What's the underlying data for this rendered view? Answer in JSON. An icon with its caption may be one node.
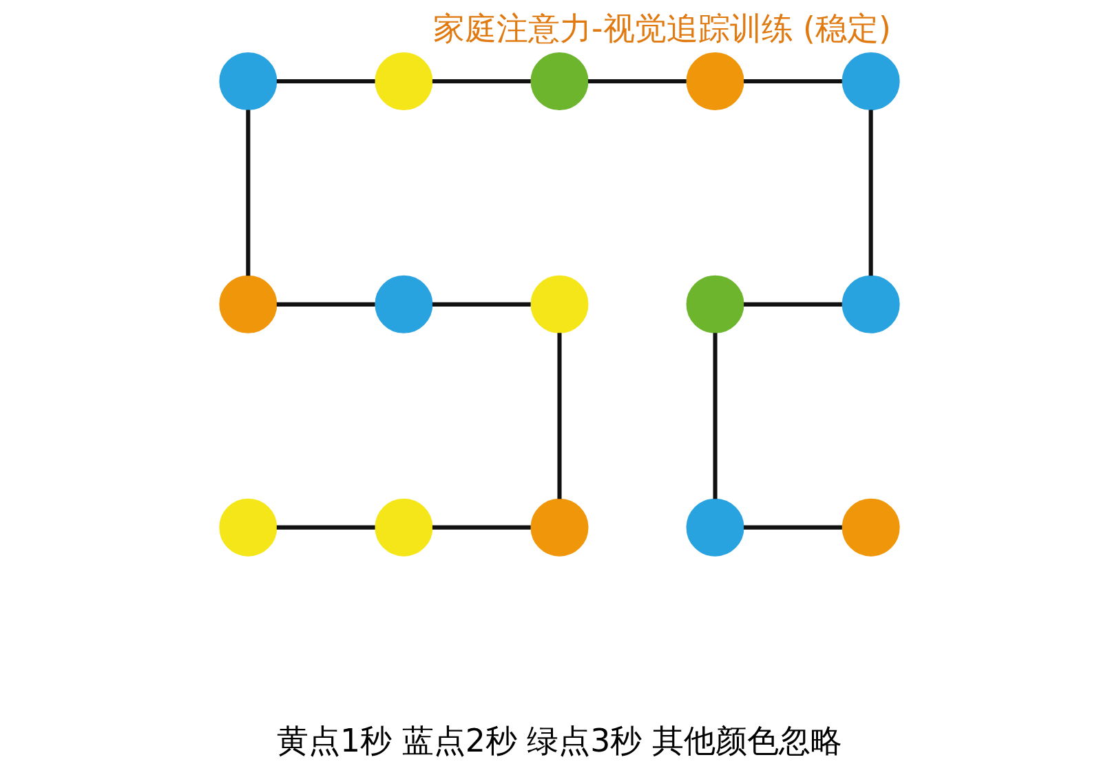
{
  "diagram": {
    "title": "家庭注意力-视觉追踪训练 (稳定)",
    "caption": "黄点1秒 蓝点2秒 绿点3秒 其他颜色忽略",
    "nodes": [
      {
        "text": [],
        "shape": "circle"
      },
      {
        "text": [],
        "shape": "circle"
      },
      {
        "text": [],
        "shape": "circle"
      },
      {
        "text": [],
        "shape": "circle"
      },
      {
        "text": [],
        "shape": "circle"
      },
      {
        "text": [],
        "shape": "circle"
      },
      {
        "text": [],
        "shape": "circle"
      },
      {
        "text": [],
        "shape": "circle"
      },
      {
        "text": [],
        "shape": "circle"
      },
      {
        "text": [],
        "shape": "circle"
      },
      {
        "text": [],
        "shape": "circle"
      },
      {
        "text": [],
        "shape": "circle"
      },
      {
        "text": [],
        "shape": "circle"
      },
      {
        "text": [],
        "shape": "circle"
      },
      {
        "text": [],
        "shape": "circle"
      }
    ],
    "edges": [
      {
        "from": 0,
        "to": 1,
        "arrow": "none"
      },
      {
        "from": 1,
        "to": 2,
        "arrow": "none"
      },
      {
        "from": 2,
        "to": 3,
        "arrow": "none"
      },
      {
        "from": 3,
        "to": 4,
        "arrow": "none"
      },
      {
        "from": 0,
        "to": 5,
        "arrow": "none"
      },
      {
        "from": 4,
        "to": 9,
        "arrow": "none"
      },
      {
        "from": 5,
        "to": 6,
        "arrow": "none"
      },
      {
        "from": 6,
        "to": 7,
        "arrow": "none"
      },
      {
        "from": 8,
        "to": 9,
        "arrow": "none"
      },
      {
        "from": 7,
        "to": 12,
        "arrow": "none"
      },
      {
        "from": 8,
        "to": 13,
        "arrow": "none"
      },
      {
        "from": 10,
        "to": 11,
        "arrow": "none"
      },
      {
        "from": 11,
        "to": 12,
        "arrow": "none"
      },
      {
        "from": 13,
        "to": 14,
        "arrow": "none"
      }
    ]
  }
}
